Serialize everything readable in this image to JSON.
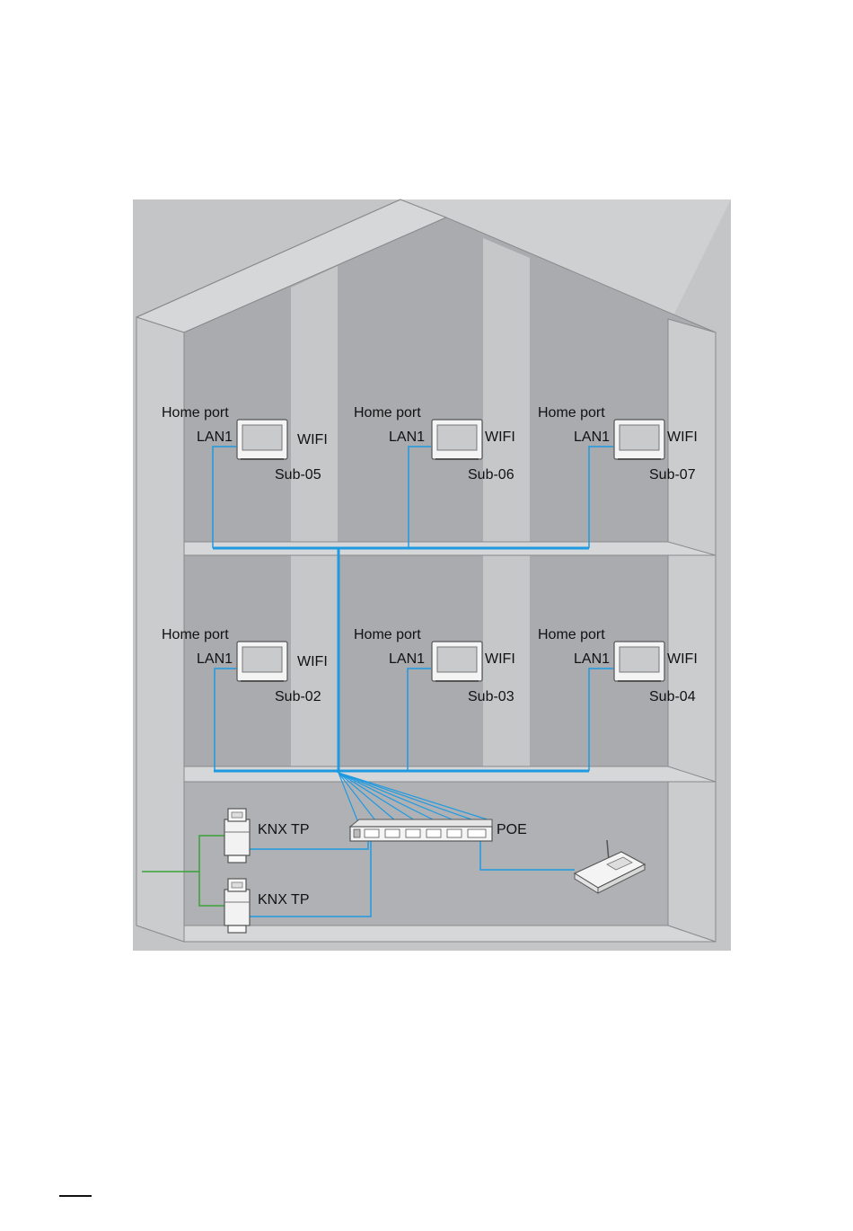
{
  "colors": {
    "network_cable": "#1f9ae0",
    "bus_cable": "#3aa33a",
    "wall_face": "#bdbec0",
    "wall_side": "#d2d3d5",
    "room_back": "#a9abae",
    "pillar": "#c8c9cb",
    "floor_slab": "#d6d7d9",
    "outline": "#777777"
  },
  "home_ports": [
    {
      "id": "sub05",
      "title": "Home port",
      "port": "LAN1",
      "wireless": "WIFI",
      "name": "Sub-05"
    },
    {
      "id": "sub06",
      "title": "Home port",
      "port": "LAN1",
      "wireless": "WIFI",
      "name": "Sub-06"
    },
    {
      "id": "sub07",
      "title": "Home port",
      "port": "LAN1",
      "wireless": "WIFI",
      "name": "Sub-07"
    },
    {
      "id": "sub02",
      "title": "Home port",
      "port": "LAN1",
      "wireless": "WIFI",
      "name": "Sub-02"
    },
    {
      "id": "sub03",
      "title": "Home port",
      "port": "LAN1",
      "wireless": "WIFI",
      "name": "Sub-03"
    },
    {
      "id": "sub04",
      "title": "Home port",
      "port": "LAN1",
      "wireless": "WIFI",
      "name": "Sub-04"
    }
  ],
  "basement": {
    "knx_1": "KNX TP",
    "knx_2": "KNX TP",
    "switch": "POE"
  },
  "icons": {
    "home_port": "touch-panel-icon",
    "knx": "din-rail-module-icon",
    "switch": "network-switch-icon",
    "router": "wifi-router-icon"
  }
}
